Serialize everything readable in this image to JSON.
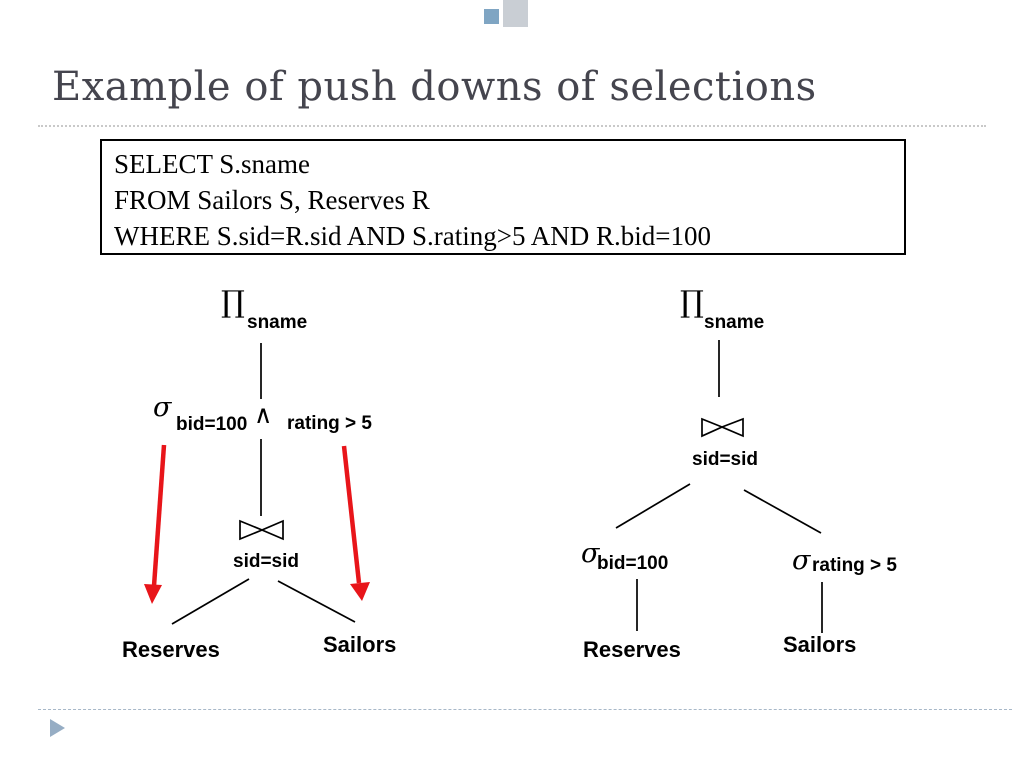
{
  "slide": {
    "title": "Example of push downs of selections"
  },
  "sql": {
    "line1": "SELECT S.sname",
    "line2": "FROM Sailors S, Reserves R",
    "line3": "WHERE S.sid=R.sid AND S.rating>5 AND R.bid=100"
  },
  "symbols": {
    "project": "∏",
    "select": "σ",
    "and": "∧"
  },
  "left_tree": {
    "project_attr": "sname",
    "select_cond_left": "bid=100",
    "select_cond_right": "rating > 5",
    "join_cond": "sid=sid",
    "left_relation": "Reserves",
    "right_relation": "Sailors"
  },
  "right_tree": {
    "project_attr": "sname",
    "join_cond": "sid=sid",
    "select_cond_left": "bid=100",
    "select_cond_right": "rating > 5",
    "left_relation": "Reserves",
    "right_relation": "Sailors"
  },
  "colors": {
    "title_text": "#45454e",
    "accent_red": "#e8151a",
    "nav_blue": "#96adc4",
    "deco_gray": "#c9ced4",
    "deco_blue": "#7fa5c3"
  }
}
